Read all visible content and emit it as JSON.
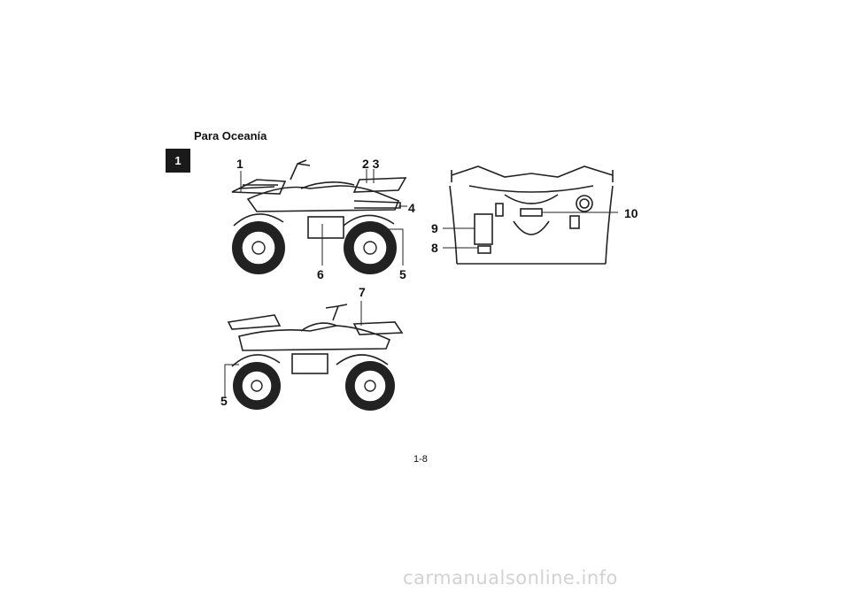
{
  "chapter_tab": "1",
  "section_title": "Para Oceanía",
  "page_number": "1-8",
  "watermark": "carmanualsonline.info",
  "callouts": {
    "c1": "1",
    "c23": "2 3",
    "c4": "4",
    "c5a": "5",
    "c6": "6",
    "c7": "7",
    "c5b": "5",
    "c9": "9",
    "c8": "8",
    "c10": "10"
  }
}
